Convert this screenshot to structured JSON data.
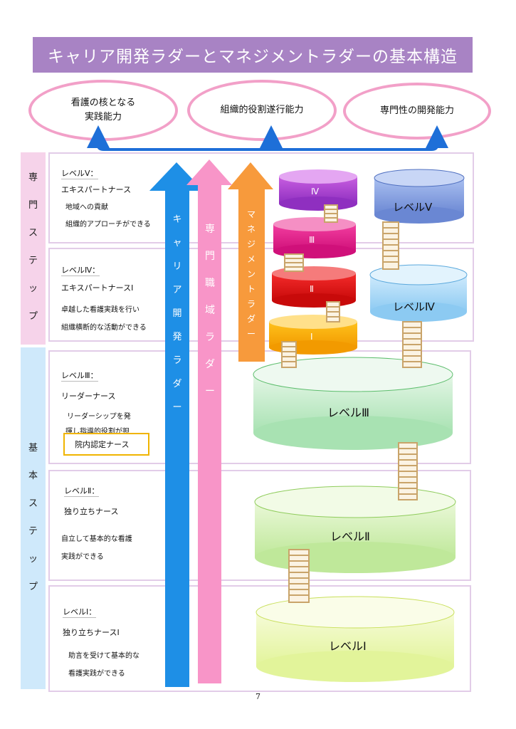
{
  "title": "キャリア開発ラダーとマネジメントラダーの基本構造",
  "competencies": [
    {
      "lines": [
        "看護の核となる",
        "実践能力"
      ]
    },
    {
      "lines": [
        "組織的役割遂行能力"
      ]
    },
    {
      "lines": [
        "専門性の開発能力"
      ]
    }
  ],
  "steps": {
    "specialist": [
      "専",
      "門",
      "ス",
      "テ",
      "ッ",
      "プ"
    ],
    "basic": [
      "基",
      "本",
      "ス",
      "テ",
      "ッ",
      "プ"
    ]
  },
  "levels": [
    {
      "title": "レベルⅤ：",
      "role": "エキスパートナース",
      "desc": [
        "地域への貢献",
        "組織的アプローチができる"
      ]
    },
    {
      "title": "レベルⅣ：",
      "role": "エキスパートナースⅠ",
      "desc": [
        "卓越した看護実践を行い",
        "組織横断的な活動ができる"
      ]
    },
    {
      "title": "レベルⅢ：",
      "role": "リーダーナース",
      "desc": [
        "リーダーシップを発",
        "揮し指導的役割が担"
      ],
      "certification": "院内認定ナース"
    },
    {
      "title": "レベルⅡ：",
      "role": "独り立ちナース",
      "desc": [
        "自立して基本的な看護",
        "実践ができる"
      ]
    },
    {
      "title": "レベルⅠ：",
      "role": "独り立ちナースⅠ",
      "desc": [
        "助言を受けて基本的な",
        "看護実践ができる"
      ]
    }
  ],
  "arrows": {
    "career": [
      "キ",
      "ャ",
      "リ",
      "ア",
      "開",
      "発",
      "ラ",
      "ダ",
      "ー"
    ],
    "specialty": [
      "専",
      "門",
      "職",
      "域",
      "ラ",
      "ダ",
      "ー"
    ],
    "management": [
      "マ",
      "ネ",
      "ジ",
      "メ",
      "ン",
      "ト",
      "ラ",
      "ダ",
      "ー"
    ]
  },
  "management_tiers": [
    "Ⅳ",
    "Ⅲ",
    "Ⅱ",
    "Ⅰ"
  ],
  "career_cylinders": [
    "レベルⅤ",
    "レベルⅣ",
    "レベルⅢ",
    "レベルⅡ",
    "レベルⅠ"
  ],
  "page_number": "7",
  "colors": {
    "title_bg": "#a883c4",
    "ellipse_border": "#f2a0c8",
    "connector": "#1e6fd8",
    "career_arrow": "#1e8fe6",
    "specialty_arrow": "#f895c8",
    "management_arrow": "#f79a3c",
    "specialist_step_bg": "#f6d3ea",
    "basic_step_bg": "#cfe9fb"
  }
}
